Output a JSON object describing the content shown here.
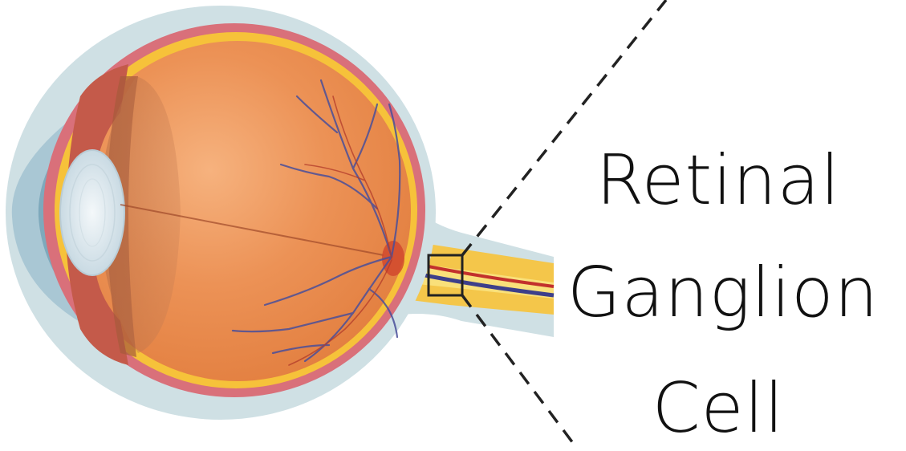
{
  "label": {
    "line1": "Retinal",
    "line2": "Ganglion",
    "line3": "Cell"
  },
  "colors": {
    "background": "#ffffff",
    "sclera_outer": "#cfe0e4",
    "choroid": "#d9707a",
    "retina": "#f6c23a",
    "vitreous": "#e8864a",
    "lens": "#d8e6ee",
    "cornea": "#8fb7c9",
    "vessels": "#4a4f9a",
    "text": "#111111"
  }
}
